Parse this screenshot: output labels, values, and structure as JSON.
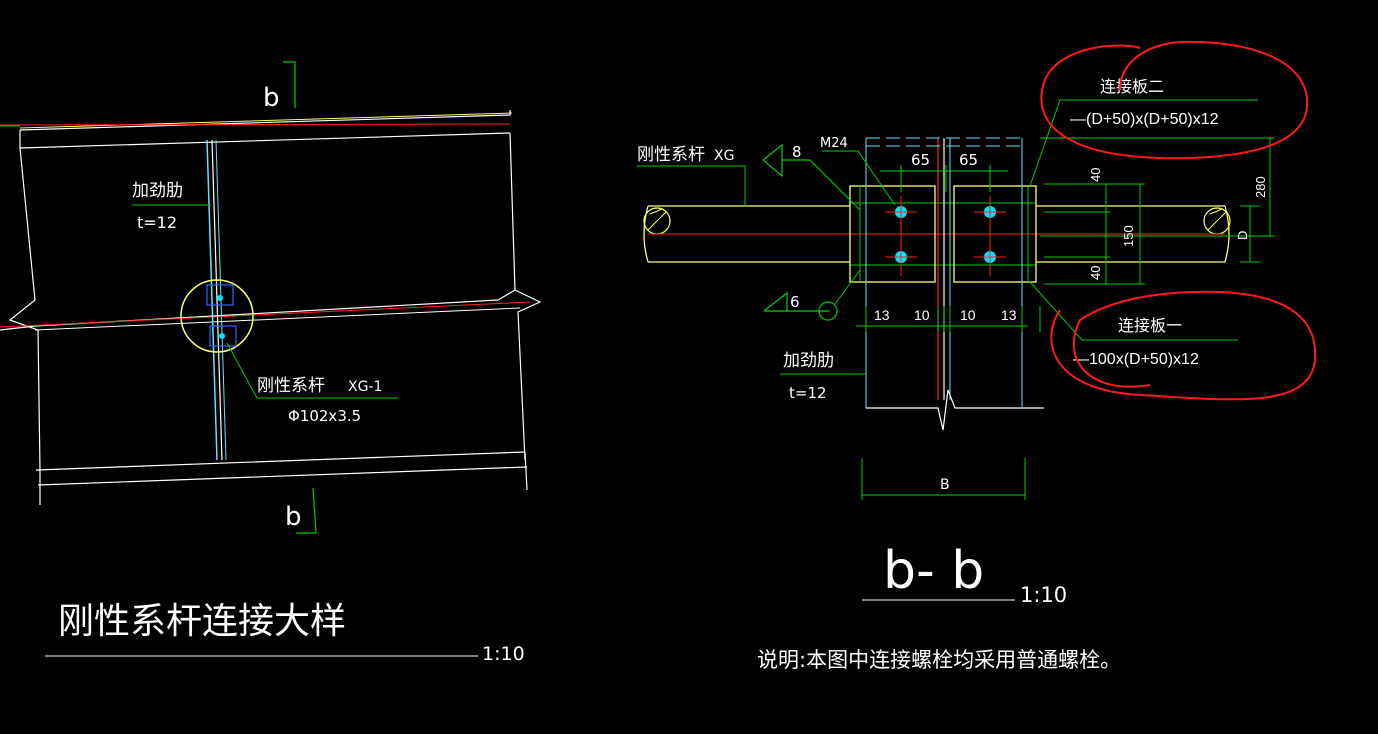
{
  "colors": {
    "background": "#000000",
    "line_white": "#ffffff",
    "line_yellow": "#ffff66",
    "line_red": "#ff2020",
    "line_green": "#00cc00",
    "line_cyan": "#66e0ff",
    "bolt_cyan": "#00e5ff",
    "annotation_red": "#ff1a1a"
  },
  "left_view": {
    "section_mark_top": "b",
    "section_mark_bottom": "b",
    "stiffener_label": "加劲肋",
    "stiffener_thickness": "t=12",
    "brace_label": "刚性系杆",
    "brace_code": "XG-1",
    "brace_size": "Φ102x3.5",
    "title": "刚性系杆连接大样",
    "scale": "1:10"
  },
  "section_view": {
    "brace_label": "刚性系杆",
    "brace_code": "XG",
    "bolt_label": "M24",
    "weld_top": "8",
    "weld_bottom": "6",
    "dim_top_left": "65",
    "dim_top_right": "65",
    "dim_bottom": [
      "13",
      "10",
      "10",
      "13"
    ],
    "dim_right_40_top": "40",
    "dim_right_150": "150",
    "dim_right_40_bottom": "40",
    "dim_right_280": "280",
    "dim_right_D": "D",
    "stiffener_label": "加劲肋",
    "stiffener_thickness": "t=12",
    "width_label": "B",
    "plate2_label": "连接板二",
    "plate2_spec": "—(D+50)x(D+50)x12",
    "plate1_label": "连接板一",
    "plate1_spec": "—100x(D+50)x12",
    "title": "b- b",
    "scale": "1:10"
  },
  "note": "说明:本图中连接螺栓均采用普通螺栓。"
}
